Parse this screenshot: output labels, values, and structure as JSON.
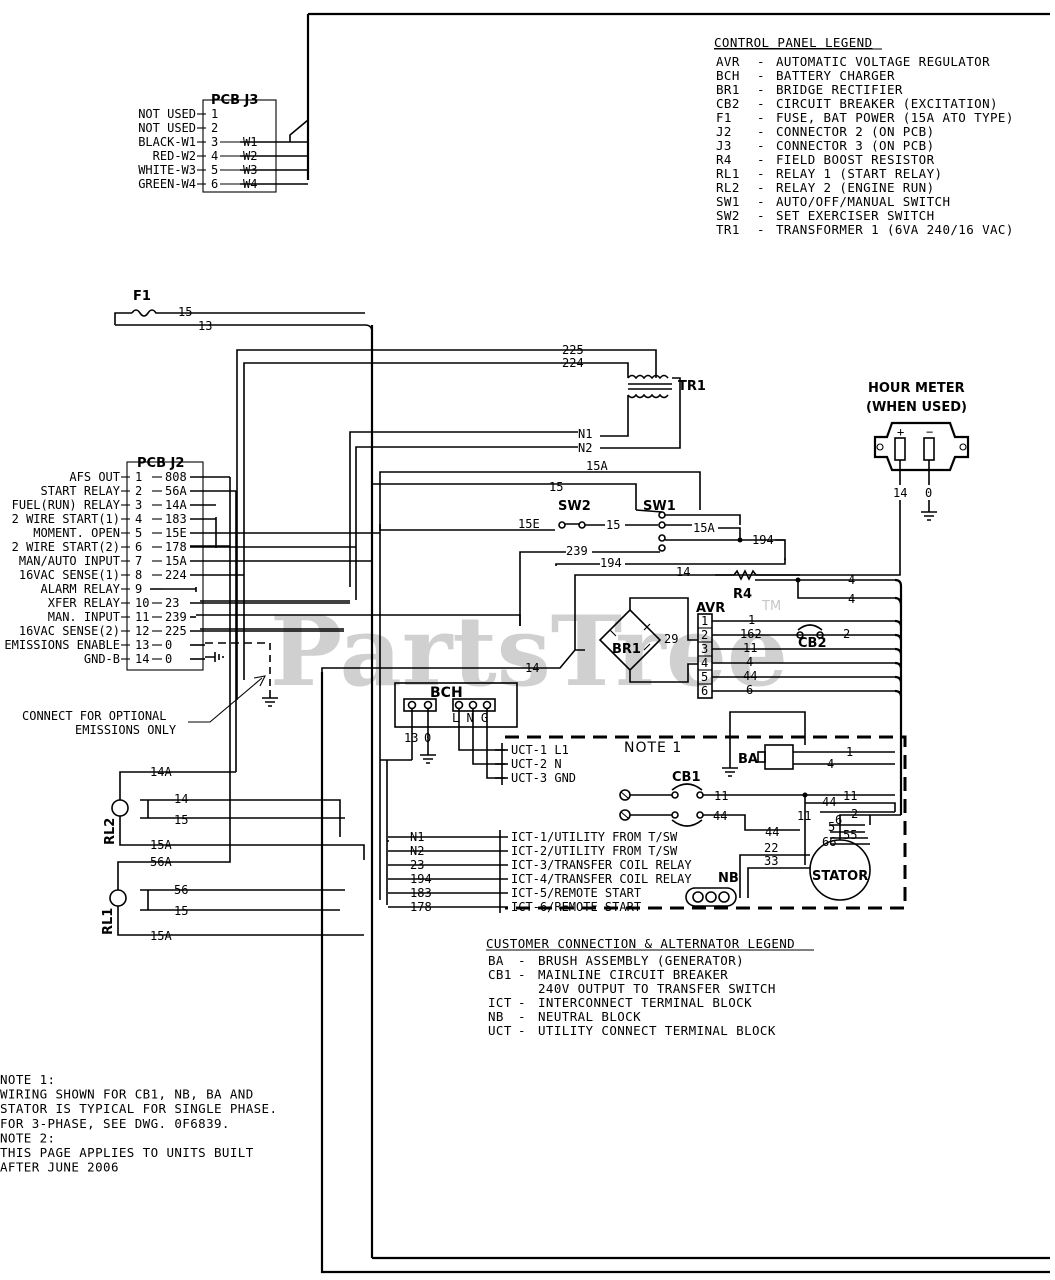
{
  "watermark": {
    "text": "PartsTree",
    "tm": "TM"
  },
  "control_panel_legend": {
    "title": "CONTROL PANEL LEGEND",
    "rows": [
      {
        "code": "AVR",
        "desc": "AUTOMATIC VOLTAGE REGULATOR"
      },
      {
        "code": "BCH",
        "desc": "BATTERY CHARGER"
      },
      {
        "code": "BR1",
        "desc": "BRIDGE RECTIFIER"
      },
      {
        "code": "CB2",
        "desc": "CIRCUIT BREAKER (EXCITATION)"
      },
      {
        "code": "F1",
        "desc": "FUSE, BAT POWER (15A ATO TYPE)"
      },
      {
        "code": "J2",
        "desc": "CONNECTOR 2 (ON PCB)"
      },
      {
        "code": "J3",
        "desc": "CONNECTOR 3 (ON PCB)"
      },
      {
        "code": "R4",
        "desc": "FIELD BOOST RESISTOR"
      },
      {
        "code": "RL1",
        "desc": "RELAY 1 (START RELAY)"
      },
      {
        "code": "RL2",
        "desc": "RELAY 2 (ENGINE RUN)"
      },
      {
        "code": "SW1",
        "desc": "AUTO/OFF/MANUAL SWITCH"
      },
      {
        "code": "SW2",
        "desc": "SET EXERCISER SWITCH"
      },
      {
        "code": "TR1",
        "desc": "TRANSFORMER 1 (6VA 240/16 VAC)"
      }
    ]
  },
  "pcb_j3": {
    "title": "PCB J3",
    "pins": [
      {
        "label": "NOT USED",
        "pin": "1",
        "wire": ""
      },
      {
        "label": "NOT USED",
        "pin": "2",
        "wire": ""
      },
      {
        "label": "BLACK-W1",
        "pin": "3",
        "wire": "W1"
      },
      {
        "label": "RED-W2",
        "pin": "4",
        "wire": "W2"
      },
      {
        "label": "WHITE-W3",
        "pin": "5",
        "wire": "W3"
      },
      {
        "label": "GREEN-W4",
        "pin": "6",
        "wire": "W4"
      }
    ]
  },
  "pcb_j2": {
    "title": "PCB J2",
    "pins": [
      {
        "label": "AFS OUT",
        "pin": "1",
        "wire": "808"
      },
      {
        "label": "START RELAY",
        "pin": "2",
        "wire": "56A"
      },
      {
        "label": "FUEL(RUN) RELAY",
        "pin": "3",
        "wire": "14A"
      },
      {
        "label": "2 WIRE START(1)",
        "pin": "4",
        "wire": "183"
      },
      {
        "label": "MOMENT. OPEN",
        "pin": "5",
        "wire": "15E"
      },
      {
        "label": "2 WIRE START(2)",
        "pin": "6",
        "wire": "178"
      },
      {
        "label": "MAN/AUTO INPUT",
        "pin": "7",
        "wire": "15A"
      },
      {
        "label": "16VAC SENSE(1)",
        "pin": "8",
        "wire": "224"
      },
      {
        "label": "ALARM RELAY",
        "pin": "9",
        "wire": ""
      },
      {
        "label": "XFER RELAY",
        "pin": "10",
        "wire": "23"
      },
      {
        "label": "MAN. INPUT",
        "pin": "11",
        "wire": "239"
      },
      {
        "label": "16VAC SENSE(2)",
        "pin": "12",
        "wire": "225"
      },
      {
        "label": "EMISSIONS ENABLE",
        "pin": "13",
        "wire": "0"
      },
      {
        "label": "GND-B",
        "pin": "14",
        "wire": "0"
      }
    ]
  },
  "components": {
    "f1": "F1",
    "tr1": "TR1",
    "sw1": "SW1",
    "sw2": "SW2",
    "br1": "BR1",
    "r4": "R4",
    "avr": "AVR",
    "cb2": "CB2",
    "bch": "BCH",
    "bch_terms": "L N G",
    "ba": "BA",
    "cb1": "CB1",
    "nb": "NB",
    "stator": "STATOR",
    "rl1": "RL1",
    "rl2": "RL2",
    "hour_meter_line1": "HOUR METER",
    "hour_meter_line2": "(WHEN USED)",
    "hm_plus": "+",
    "hm_minus": "−"
  },
  "avr_pins": [
    "1",
    "2",
    "3",
    "4",
    "5",
    "6"
  ],
  "wire_labels": {
    "w15_f1": "15",
    "w13_f1": "13",
    "w225": "225",
    "w224": "224",
    "wN1": "N1",
    "wN2": "N2",
    "w15A_top": "15A",
    "w15_sw": "15",
    "w15E": "15E",
    "w15_sw2": "15",
    "w15A_sw1": "15A",
    "w194_sw1": "194",
    "w239": "239",
    "w194": "194",
    "w14_r4": "14",
    "w29": "29",
    "w4a": "4",
    "w4b": "4",
    "w1_avr": "1",
    "w162": "162",
    "w2_cb2": "2",
    "w11_avr": "11",
    "w4_avr": "4",
    "w44_avr": "44",
    "w6_avr": "6",
    "w14_main": "14",
    "w14_hm": "14",
    "w0_hm": "0",
    "w13_bch": "13",
    "w0_bch": "0",
    "w14A": "14A",
    "w14_rl2": "14",
    "w15_rl2": "15",
    "w15A_rl2": "15A",
    "w56A": "56A",
    "w56": "56",
    "w15_rl1": "15",
    "w15A_rl1": "15A",
    "w1_ba": "1",
    "w4_ba": "4",
    "w11_cb1": "11",
    "w44_cb1": "44",
    "w11_r": "11",
    "w44_r": "44",
    "w2_r": "2",
    "w44_s": "44",
    "w11_s": "11",
    "w5": "5",
    "w6": "6",
    "w55": "55",
    "w66": "66",
    "w22": "22",
    "w33": "33"
  },
  "uct_rows": [
    {
      "text": "UCT-1  L1"
    },
    {
      "text": "UCT-2  N"
    },
    {
      "text": "UCT-3 GND"
    }
  ],
  "ict_rows": [
    {
      "wire": "N1",
      "text": "ICT-1/UTILITY FROM T/SW"
    },
    {
      "wire": "N2",
      "text": "ICT-2/UTILITY FROM T/SW"
    },
    {
      "wire": "23",
      "text": "ICT-3/TRANSFER COIL RELAY"
    },
    {
      "wire": "194",
      "text": "ICT-4/TRANSFER COIL RELAY"
    },
    {
      "wire": "183",
      "text": "ICT-5/REMOTE START"
    },
    {
      "wire": "178",
      "text": "ICT-6/REMOTE START"
    }
  ],
  "note_1_label": "NOTE 1",
  "connect_note": [
    "CONNECT FOR OPTIONAL",
    "EMISSIONS ONLY"
  ],
  "customer_legend": {
    "title": "CUSTOMER CONNECTION & ALTERNATOR LEGEND",
    "rows": [
      {
        "code": "BA",
        "desc": "BRUSH ASSEMBLY (GENERATOR)"
      },
      {
        "code": "CB1",
        "desc": "MAINLINE CIRCUIT BREAKER"
      },
      {
        "code": "",
        "desc": "240V OUTPUT TO TRANSFER SWITCH"
      },
      {
        "code": "ICT",
        "desc": "INTERCONNECT TERMINAL BLOCK"
      },
      {
        "code": "NB",
        "desc": "NEUTRAL BLOCK"
      },
      {
        "code": "UCT",
        "desc": "UTILITY CONNECT TERMINAL BLOCK"
      }
    ]
  },
  "notes": [
    "NOTE 1:",
    "WIRING SHOWN FOR CB1, NB, BA AND",
    "STATOR IS TYPICAL FOR SINGLE PHASE.",
    "FOR 3-PHASE, SEE DWG. 0F6839.",
    "NOTE 2:",
    "THIS PAGE APPLIES TO UNITS BUILT",
    "AFTER JUNE 2006"
  ]
}
